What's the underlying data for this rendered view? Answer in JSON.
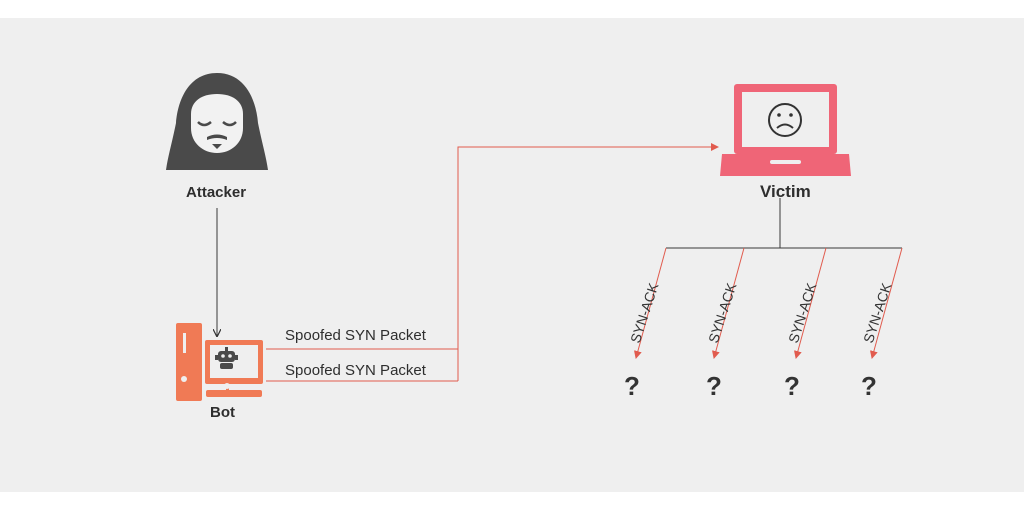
{
  "attacker": {
    "label": "Attacker"
  },
  "bot": {
    "label": "Bot"
  },
  "victim": {
    "label": "Victim"
  },
  "packets": [
    {
      "label": "Spoofed SYN Packet"
    },
    {
      "label": "Spoofed SYN Packet"
    }
  ],
  "responses": [
    {
      "label": "SYN-ACK",
      "target": "?"
    },
    {
      "label": "SYN-ACK",
      "target": "?"
    },
    {
      "label": "SYN-ACK",
      "target": "?"
    },
    {
      "label": "SYN-ACK",
      "target": "?"
    }
  ],
  "colors": {
    "background": "#efefef",
    "attacker": "#4a4a4a",
    "bot": "#f07a55",
    "victim": "#ef6577",
    "arrow": "#e15b4e",
    "line": "#3a3a3a"
  },
  "icons": {
    "attacker": "hooded-mask-icon",
    "bot": "robot-computer-icon",
    "victim": "sad-laptop-icon"
  }
}
